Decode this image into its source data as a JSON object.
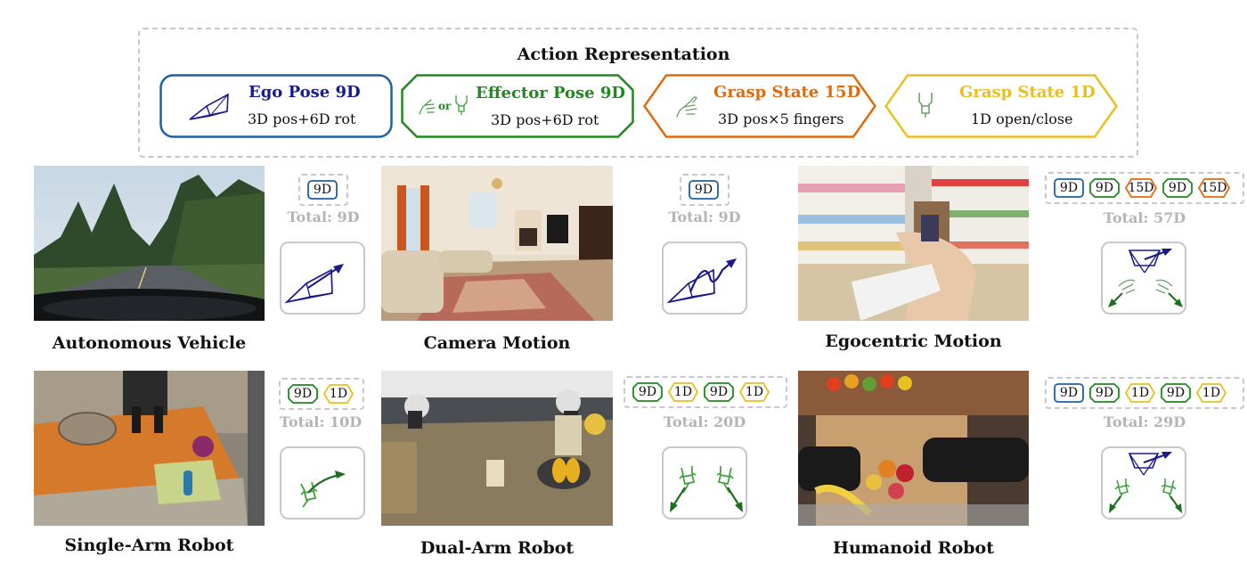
{
  "legend": {
    "title": "Action Representation",
    "items": [
      {
        "title": "Ego Pose 9D",
        "desc": "3D pos+6D rot",
        "color": "#1f5fa8",
        "title_color": "#1a1a8c"
      },
      {
        "title": "Effector Pose 9D",
        "desc": "3D pos+6D rot",
        "color": "#1e8a1e",
        "title_color": "#1e8a1e",
        "or_label": "or"
      },
      {
        "title": "Grasp State 15D",
        "desc": "3D pos×5 fingers",
        "color": "#e06a10",
        "title_color": "#e06a10"
      },
      {
        "title": "Grasp State 1D",
        "desc": "1D open/close",
        "color": "#e8c020",
        "title_color": "#e8c020"
      }
    ]
  },
  "chip_colors": {
    "ego": "#1f5fa8",
    "effector": "#1e8a1e",
    "grasp15": "#e06a10",
    "grasp1": "#e8c020",
    "total": "#b4b4b4"
  },
  "panels": [
    {
      "caption": "Autonomous Vehicle",
      "chips": [
        {
          "label": "9D",
          "kind": "ego"
        }
      ],
      "total": "Total: 9D"
    },
    {
      "caption": "Camera Motion",
      "chips": [
        {
          "label": "9D",
          "kind": "ego"
        }
      ],
      "total": "Total: 9D"
    },
    {
      "caption": "Egocentric Motion",
      "chips": [
        {
          "label": "9D",
          "kind": "ego"
        },
        {
          "label": "9D",
          "kind": "effector"
        },
        {
          "label": "15D",
          "kind": "grasp15"
        },
        {
          "label": "9D",
          "kind": "effector"
        },
        {
          "label": "15D",
          "kind": "grasp15"
        }
      ],
      "total": "Total: 57D"
    },
    {
      "caption": "Single-Arm Robot",
      "chips": [
        {
          "label": "9D",
          "kind": "effector"
        },
        {
          "label": "1D",
          "kind": "grasp1"
        }
      ],
      "total": "Total: 10D"
    },
    {
      "caption": "Dual-Arm Robot",
      "chips": [
        {
          "label": "9D",
          "kind": "effector"
        },
        {
          "label": "1D",
          "kind": "grasp1"
        },
        {
          "label": "9D",
          "kind": "effector"
        },
        {
          "label": "1D",
          "kind": "grasp1"
        }
      ],
      "total": "Total: 20D"
    },
    {
      "caption": "Humanoid Robot",
      "chips": [
        {
          "label": "9D",
          "kind": "ego"
        },
        {
          "label": "9D",
          "kind": "effector"
        },
        {
          "label": "1D",
          "kind": "grasp1"
        },
        {
          "label": "9D",
          "kind": "effector"
        },
        {
          "label": "1D",
          "kind": "grasp1"
        }
      ],
      "total": "Total: 29D"
    }
  ]
}
